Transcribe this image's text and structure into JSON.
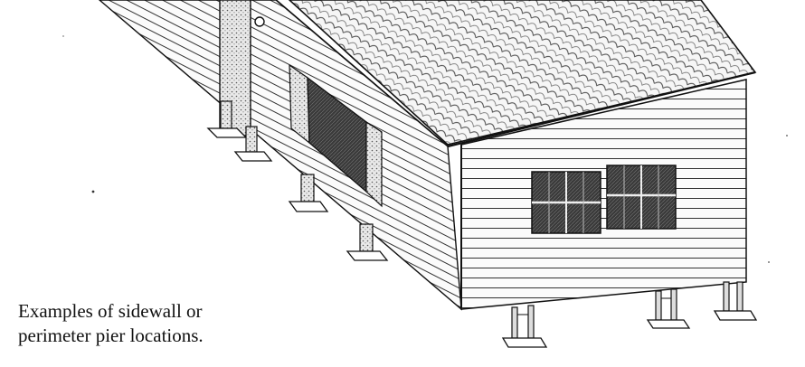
{
  "caption": {
    "line1": "Examples of sidewall or",
    "line2": "perimeter pier locations."
  },
  "colors": {
    "ink": "#111111",
    "paper": "#ffffff",
    "glass": "#333333",
    "shingle_fill": "#f4f4f4"
  },
  "icons": {
    "house": "manufactured-home-line-drawing",
    "pier": "pier-support-icon",
    "vent": "roof-vent-icon"
  }
}
